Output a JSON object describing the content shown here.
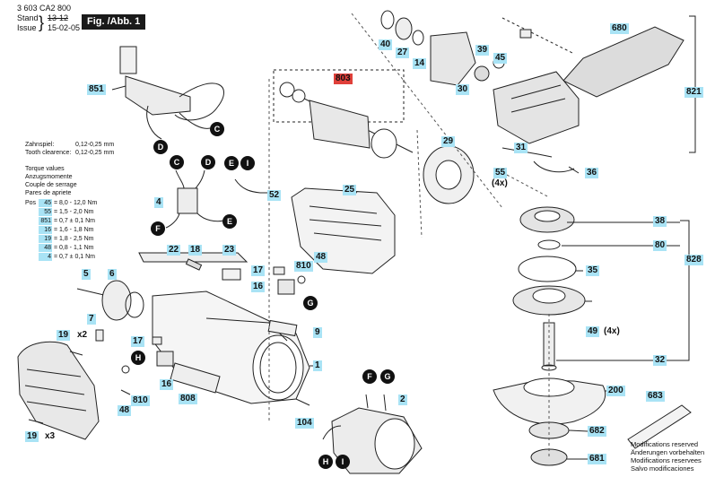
{
  "header": {
    "doc_number": "3 603 CA2 800",
    "stand_label": "Stand",
    "stand_value": "13-12",
    "issue_label": "Issue",
    "issue_value": "15-02-05",
    "fig_title": "Fig. /Abb. 1"
  },
  "specs": {
    "zahnspiel": "Zahnspiel:",
    "zahnspiel_value": "0,12-0,25 mm",
    "tooth_clearance": "Tooth clearence:",
    "tooth_clearance_value": "0,12-0,25 mm",
    "torque_titles": [
      "Torque values",
      "Anzugsmomente",
      "Couple de serrage",
      "Pares de apriete"
    ],
    "pos_label": "Pos",
    "torque_rows": [
      {
        "pos": "45",
        "value": "= 8,0 - 12,0 Nm"
      },
      {
        "pos": "55",
        "value": "= 1,5 - 2,0 Nm"
      },
      {
        "pos": "851",
        "value": "= 0,7 ± 0,1 Nm"
      },
      {
        "pos": "16",
        "value": "= 1,6 - 1,8 Nm"
      },
      {
        "pos": "19",
        "value": "= 1,8 - 2,5 Nm"
      },
      {
        "pos": "48",
        "value": "= 0,8 - 1,1 Nm"
      },
      {
        "pos": "4",
        "value": "= 0,7 ± 0,1 Nm"
      }
    ]
  },
  "parts": {
    "p851": "851",
    "p4": "4",
    "p22": "22",
    "p18": "18",
    "p23": "23",
    "p52": "52",
    "p5": "5",
    "p6": "6",
    "p7": "7",
    "p19a": "19",
    "p19b": "19",
    "x2": "x2",
    "x3": "x3",
    "p17a": "17",
    "p17b": "17",
    "p810a": "810",
    "p810b": "810",
    "p48a": "48",
    "p48b": "48",
    "p16a": "16",
    "p16b": "16",
    "p9": "9",
    "p1": "1",
    "p808": "808",
    "p104": "104",
    "p2": "2",
    "p25": "25",
    "p29": "29",
    "p803": "803",
    "p40": "40",
    "p27": "27",
    "p14": "14",
    "p30": "30",
    "p39": "39",
    "p45": "45",
    "p680": "680",
    "p821": "821",
    "p31": "31",
    "p55": "55",
    "p4x_a": "(4x)",
    "p36": "36",
    "p38": "38",
    "p80": "80",
    "p828": "828",
    "p35": "35",
    "p49": "49",
    "p4x_b": "(4x)",
    "p32": "32",
    "p200": "200",
    "p683": "683",
    "p682": "682",
    "p681": "681"
  },
  "connectors": {
    "C1": "C",
    "D1": "D",
    "C2": "C",
    "D2": "D",
    "E1": "E",
    "I1": "I",
    "F1": "F",
    "E2": "E",
    "G1": "G",
    "H1": "H",
    "F2": "F",
    "G2": "G",
    "H2": "H",
    "I2": "I"
  },
  "modifications": [
    "Modifications reserved",
    "Änderungen vorbehalten",
    "Modifications reservees",
    "Salvo modificaciones"
  ]
}
